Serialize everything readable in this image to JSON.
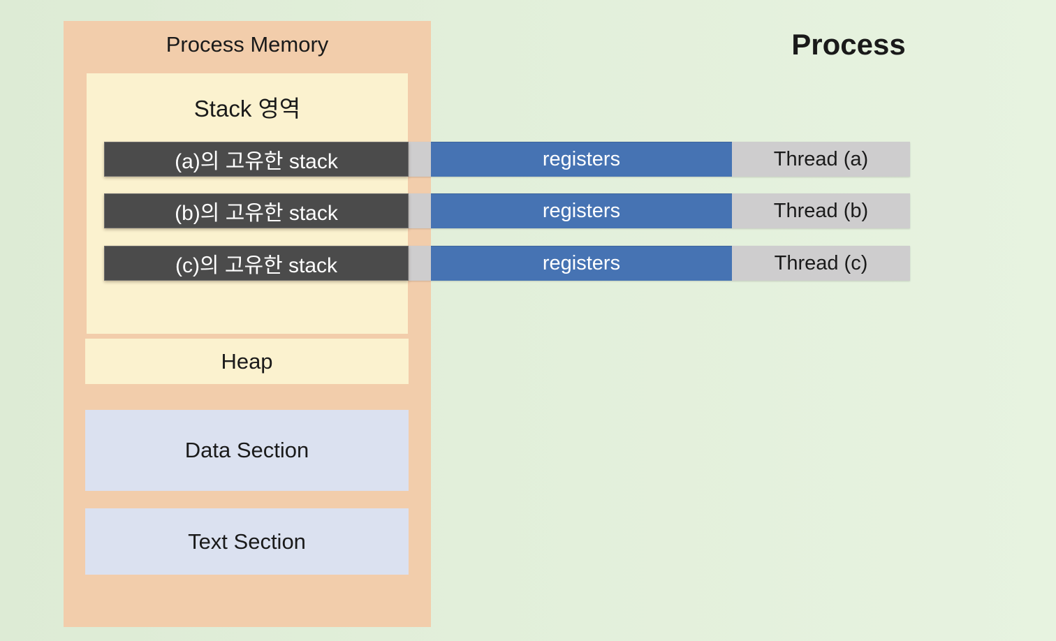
{
  "process_title": "Process",
  "memory": {
    "title": "Process Memory",
    "stack_region": {
      "label": "Stack 영역",
      "stacks": [
        "(a)의 고유한 stack",
        "(b)의 고유한 stack",
        "(c)의 고유한 stack"
      ]
    },
    "heap": "Heap",
    "data_section": "Data Section",
    "text_section": "Text Section"
  },
  "threads": [
    {
      "registers": "registers",
      "label": "Thread (a)"
    },
    {
      "registers": "registers",
      "label": "Thread (b)"
    },
    {
      "registers": "registers",
      "label": "Thread (c)"
    }
  ],
  "colors": {
    "background": "#e2efda",
    "process-memory": "#f2cdab",
    "memory-region": "#fbf2cf",
    "section": "#dbe1f0",
    "stack-bar": "#4b4b4b",
    "thread-bar": "#cecdce",
    "registers-bar": "#4673b3",
    "text-dark": "#1a1a1a",
    "text-light": "#ffffff"
  }
}
